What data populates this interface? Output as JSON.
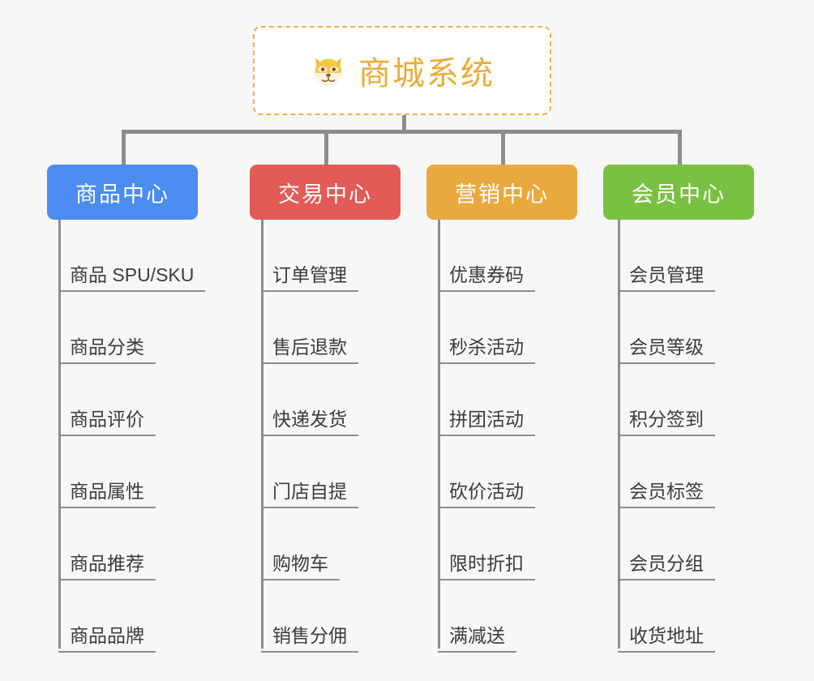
{
  "diagram": {
    "type": "org-tree",
    "background_color": "#f7f7f7",
    "line_color": "#8d8d8d",
    "root": {
      "title": "商城系统",
      "icon": "shiba-inu-dog-face-emoji",
      "text_color": "#eeab38",
      "border_color": "#edb24a",
      "background_color": "#ffffff"
    },
    "columns": [
      {
        "label": "商品中心",
        "color": "#4a8cf0",
        "text_color": "#ffffff",
        "items": [
          "商品 SPU/SKU",
          "商品分类",
          "商品评价",
          "商品属性",
          "商品推荐",
          "商品品牌"
        ]
      },
      {
        "label": "交易中心",
        "color": "#e35b56",
        "text_color": "#ffffff",
        "items": [
          "订单管理",
          "售后退款",
          "快递发货",
          "门店自提",
          "购物车",
          "销售分佣"
        ]
      },
      {
        "label": "营销中心",
        "color": "#eaa93f",
        "text_color": "#ffffff",
        "items": [
          "优惠券码",
          "秒杀活动",
          "拼团活动",
          "砍价活动",
          "限时折扣",
          "满减送"
        ]
      },
      {
        "label": "会员中心",
        "color": "#7ac143",
        "text_color": "#ffffff",
        "items": [
          "会员管理",
          "会员等级",
          "积分签到",
          "会员标签",
          "会员分组",
          "收货地址"
        ]
      }
    ]
  }
}
